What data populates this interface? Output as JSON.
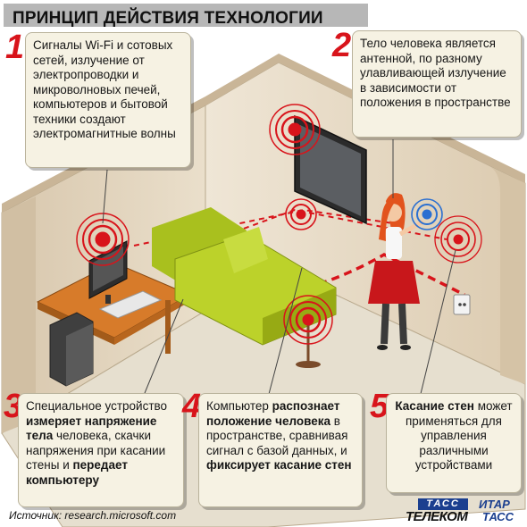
{
  "title": "ПРИНЦИП ДЕЙСТВИЯ ТЕХНОЛОГИИ",
  "steps": [
    {
      "num": "1",
      "text": "Сигналы Wi-Fi и сотовых сетей, излучение от электропроводки и микроволновых печей, компьютеров и бытовой техники создают электромагнитные волны"
    },
    {
      "num": "2",
      "text": "Тело человека является антенной, по разному улавливающей излучение в зависимости от положения в пространстве"
    },
    {
      "num": "3",
      "parts": [
        "Специальное устройство ",
        "измеряет напряжение тела",
        " человека, скачки напряжения при касании стены и ",
        "передает компьютеру"
      ]
    },
    {
      "num": "4",
      "parts": [
        "Компьютер ",
        "распознает положение человека",
        " в пространстве, сравнивая сигнал с базой данных, и ",
        "фиксирует касание стен"
      ]
    },
    {
      "num": "5",
      "parts": [
        "Касание стен",
        " может применяться для управления различными устройствами"
      ]
    }
  ],
  "source": "Источник: research.microsoft.com",
  "logos": {
    "tass_telecom_top": "ТАСС",
    "tass_telecom_bottom": "ТЕЛЕКОМ",
    "itar": "ИТАР",
    "tass": "ТАСС"
  },
  "colors": {
    "accent_red": "#d8141b",
    "wall": "#e8dcc8",
    "floor": "#e6dfcf",
    "sofa": "#bcd22a",
    "box_bg": "#f6f2e3",
    "logo_blue": "#1b3f8f"
  }
}
